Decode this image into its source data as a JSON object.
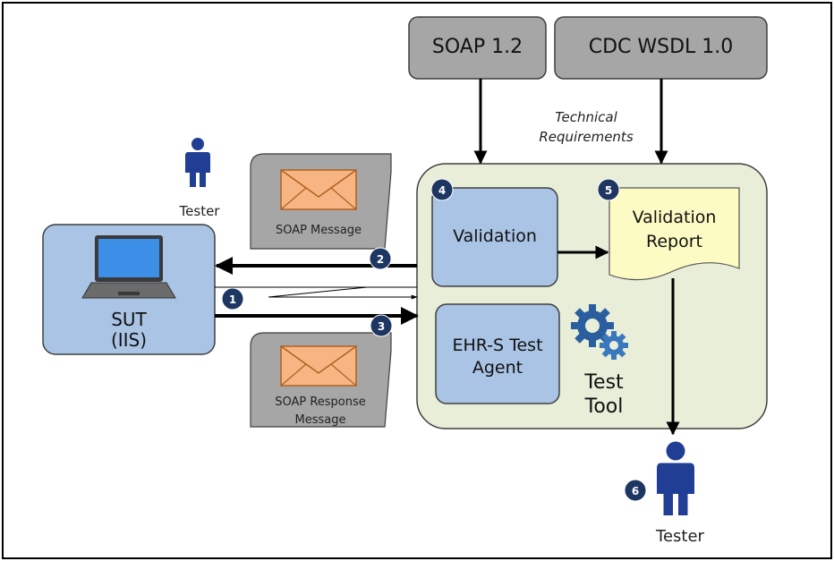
{
  "requirements": {
    "soap": "SOAP 1.2",
    "wsdl": "CDC WSDL 1.0",
    "caption_line1": "Technical",
    "caption_line2": "Requirements"
  },
  "tester_top": {
    "label": "Tester"
  },
  "tester_bottom": {
    "label": "Tester"
  },
  "sut": {
    "line1": "SUT",
    "line2": "(IIS)"
  },
  "soap_message": {
    "label": "SOAP Message"
  },
  "soap_response": {
    "line1": "SOAP Response",
    "line2": "Message"
  },
  "test_tool": {
    "label_line1": "Test",
    "label_line2": "Tool",
    "validation": "Validation",
    "report_line1": "Validation",
    "report_line2": "Report",
    "agent_line1": "EHR-S Test",
    "agent_line2": "Agent"
  },
  "steps": [
    "1",
    "2",
    "3",
    "4",
    "5",
    "6"
  ],
  "colors": {
    "blue_box": "#a9c4e4",
    "tool_bg": "#e8eed8",
    "report": "#fdfbc4",
    "gray": "#a6a6a6",
    "envelope": "#f6b582",
    "badge": "#1d3662",
    "person": "#1f3e94"
  }
}
